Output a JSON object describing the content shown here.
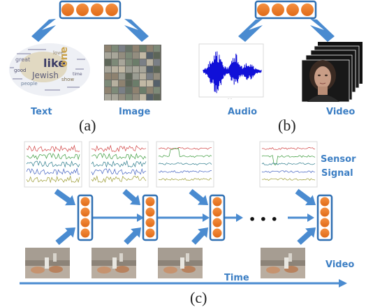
{
  "panel_a": {
    "modality_1": "Text",
    "modality_2": "Image",
    "caption": "(a)",
    "wordcloud_words": [
      "like",
      "Jewish",
      "one",
      "great",
      "people",
      "show",
      "good",
      "love",
      "time"
    ]
  },
  "panel_b": {
    "modality_1": "Audio",
    "modality_2": "Video",
    "caption": "(b)"
  },
  "panel_c": {
    "sensor_label_line1": "Sensor",
    "sensor_label_line2": "Signal",
    "video_label": "Video",
    "time_label": "Time",
    "ellipsis": "• • •",
    "caption": "(c)"
  },
  "colors": {
    "accent": "#3d7fc4",
    "arrow": "#4a8bd0",
    "node_fill": "#f07a2a",
    "node_border": "#2f6fb2"
  }
}
